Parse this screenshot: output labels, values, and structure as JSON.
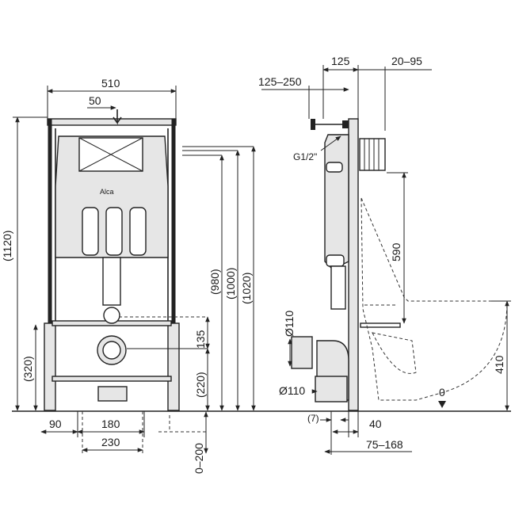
{
  "front_view": {
    "width_total": "510",
    "top_offset": "50",
    "height_total": "(1120)",
    "height_980": "(980)",
    "height_1000": "(1000)",
    "height_1020": "(1020)",
    "height_320": "(320)",
    "height_220": "(220)",
    "dim_135": "135",
    "bottom_90": "90",
    "bottom_180": "180",
    "bottom_230": "230",
    "range_0_200": "0–200",
    "logo": "Alca"
  },
  "side_view": {
    "dim_125": "125",
    "dim_20_95": "20–95",
    "dim_125_250": "125–250",
    "thread": "G1/2\"",
    "pipe_d110_top": "Ø110",
    "pipe_d110_bottom": "Ø110",
    "dim_590": "590",
    "dim_410": "410",
    "zero_level": "0",
    "dim_7": "(7)",
    "dim_40": "40",
    "dim_75_168": "75–168"
  }
}
